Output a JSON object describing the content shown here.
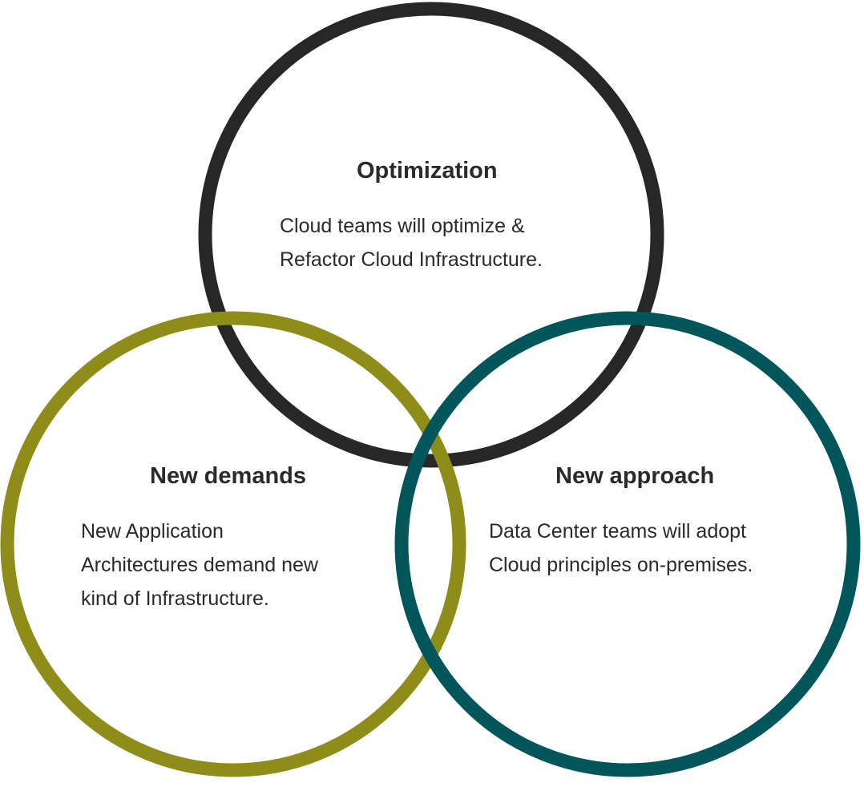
{
  "diagram": {
    "circles": [
      {
        "id": "optimization",
        "color": "#272727",
        "title": "Optimization",
        "lines": [
          "Cloud teams will optimize &",
          "Refactor Cloud Infrastructure."
        ]
      },
      {
        "id": "new-demands",
        "color": "#8e8d19",
        "title": "New demands",
        "lines": [
          "New Application",
          "Architectures demand new",
          "kind of Infrastructure."
        ]
      },
      {
        "id": "new-approach",
        "color": "#00565a",
        "title": "New approach",
        "lines": [
          "Data Center teams will adopt",
          "Cloud principles on-premises."
        ]
      }
    ]
  }
}
